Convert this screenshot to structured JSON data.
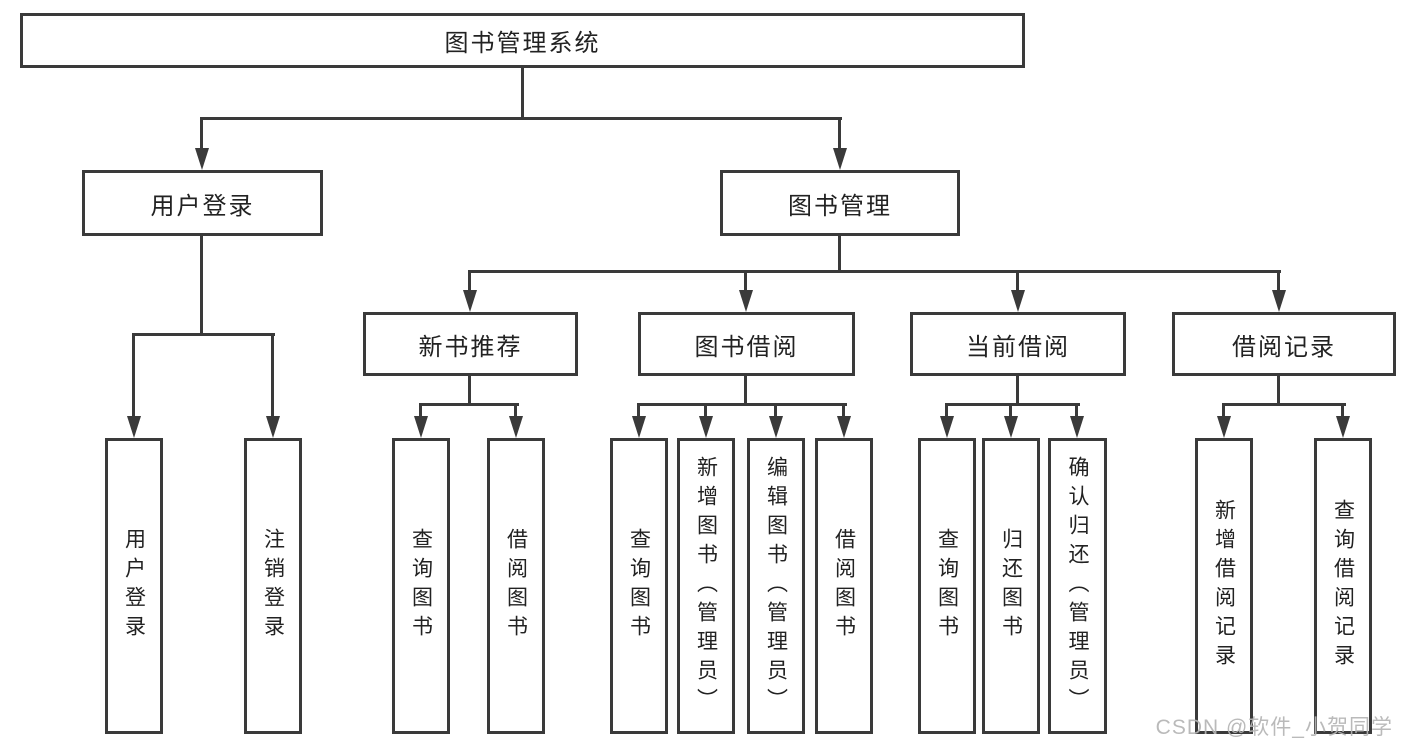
{
  "tree": {
    "root": {
      "label": "图书管理系统"
    },
    "level2": [
      {
        "label": "用户登录"
      },
      {
        "label": "图书管理"
      }
    ],
    "level3": [
      {
        "label": "新书推荐"
      },
      {
        "label": "图书借阅"
      },
      {
        "label": "当前借阅"
      },
      {
        "label": "借阅记录"
      }
    ],
    "leaves": {
      "user_login": [
        {
          "label": "用户登录"
        },
        {
          "label": "注销登录"
        }
      ],
      "new_book": [
        {
          "label": "查询图书"
        },
        {
          "label": "借阅图书"
        }
      ],
      "book_borrow": [
        {
          "label": "查询图书"
        },
        {
          "label": "新增图书（管理员）"
        },
        {
          "label": "编辑图书（管理员）"
        },
        {
          "label": "借阅图书"
        }
      ],
      "current_borrow": [
        {
          "label": "查询图书"
        },
        {
          "label": "归还图书"
        },
        {
          "label": "确认归还（管理员）"
        }
      ],
      "borrow_record": [
        {
          "label": "新增借阅记录"
        },
        {
          "label": "查询借阅记录"
        }
      ]
    }
  },
  "watermark": {
    "label": "CSDN @软件_小贺同学"
  },
  "colors": {
    "line": "#3a3a3a",
    "text": "#222222",
    "watermark": "#b5b5b5",
    "background": "#ffffff"
  }
}
